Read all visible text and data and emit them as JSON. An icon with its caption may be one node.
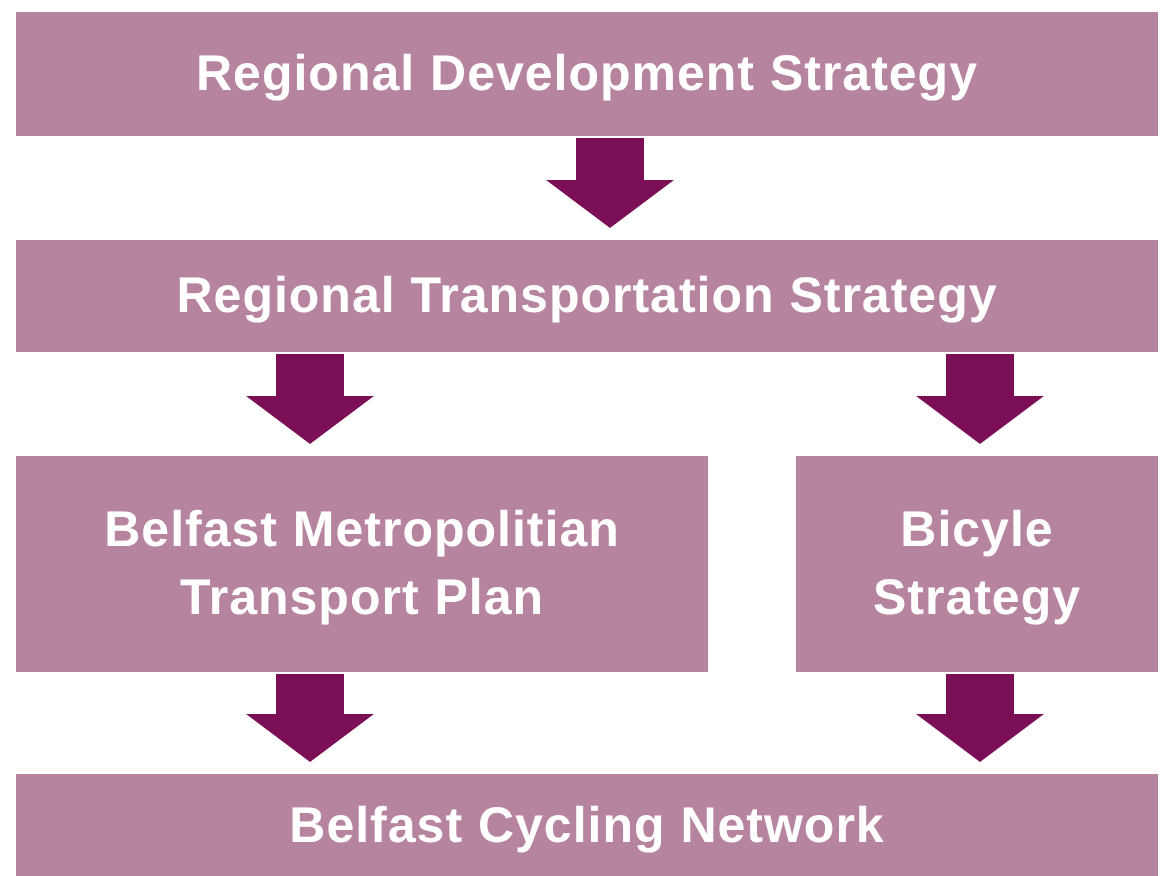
{
  "diagram": {
    "nodes": [
      {
        "text": [
          "Regional Development Strategy"
        ]
      },
      {
        "text": [
          "Regional Transportation Strategy"
        ]
      },
      {
        "text": [
          "Belfast Metropolitian Transport Plan"
        ]
      },
      {
        "text": [
          "Bicyle Strategy"
        ]
      },
      {
        "text": [
          "Belfast Cycling Network"
        ]
      }
    ],
    "edges": [
      {
        "from": 0,
        "to": 1,
        "arrow": "to"
      },
      {
        "from": 1,
        "to": 2,
        "arrow": "to"
      },
      {
        "from": 1,
        "to": 3,
        "arrow": "to"
      },
      {
        "from": 2,
        "to": 4,
        "arrow": "to"
      },
      {
        "from": 3,
        "to": 4,
        "arrow": "to"
      }
    ]
  }
}
